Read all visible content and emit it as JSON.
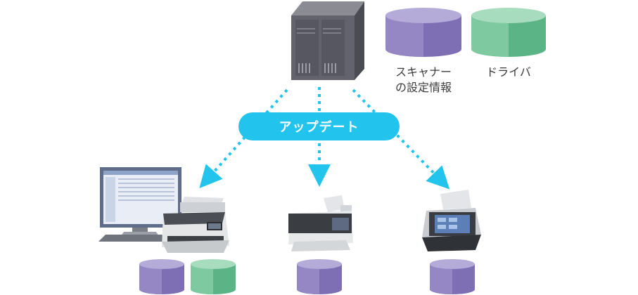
{
  "update_label": "アップデート",
  "legend": {
    "settings_line1": "スキャナー",
    "settings_line2": "の設定情報",
    "driver": "ドライバ"
  },
  "colors": {
    "settings_db": "#7e6fb5",
    "driver_db": "#6cbf92",
    "update_accent": "#22c4ee",
    "server": "#5d5e68"
  }
}
